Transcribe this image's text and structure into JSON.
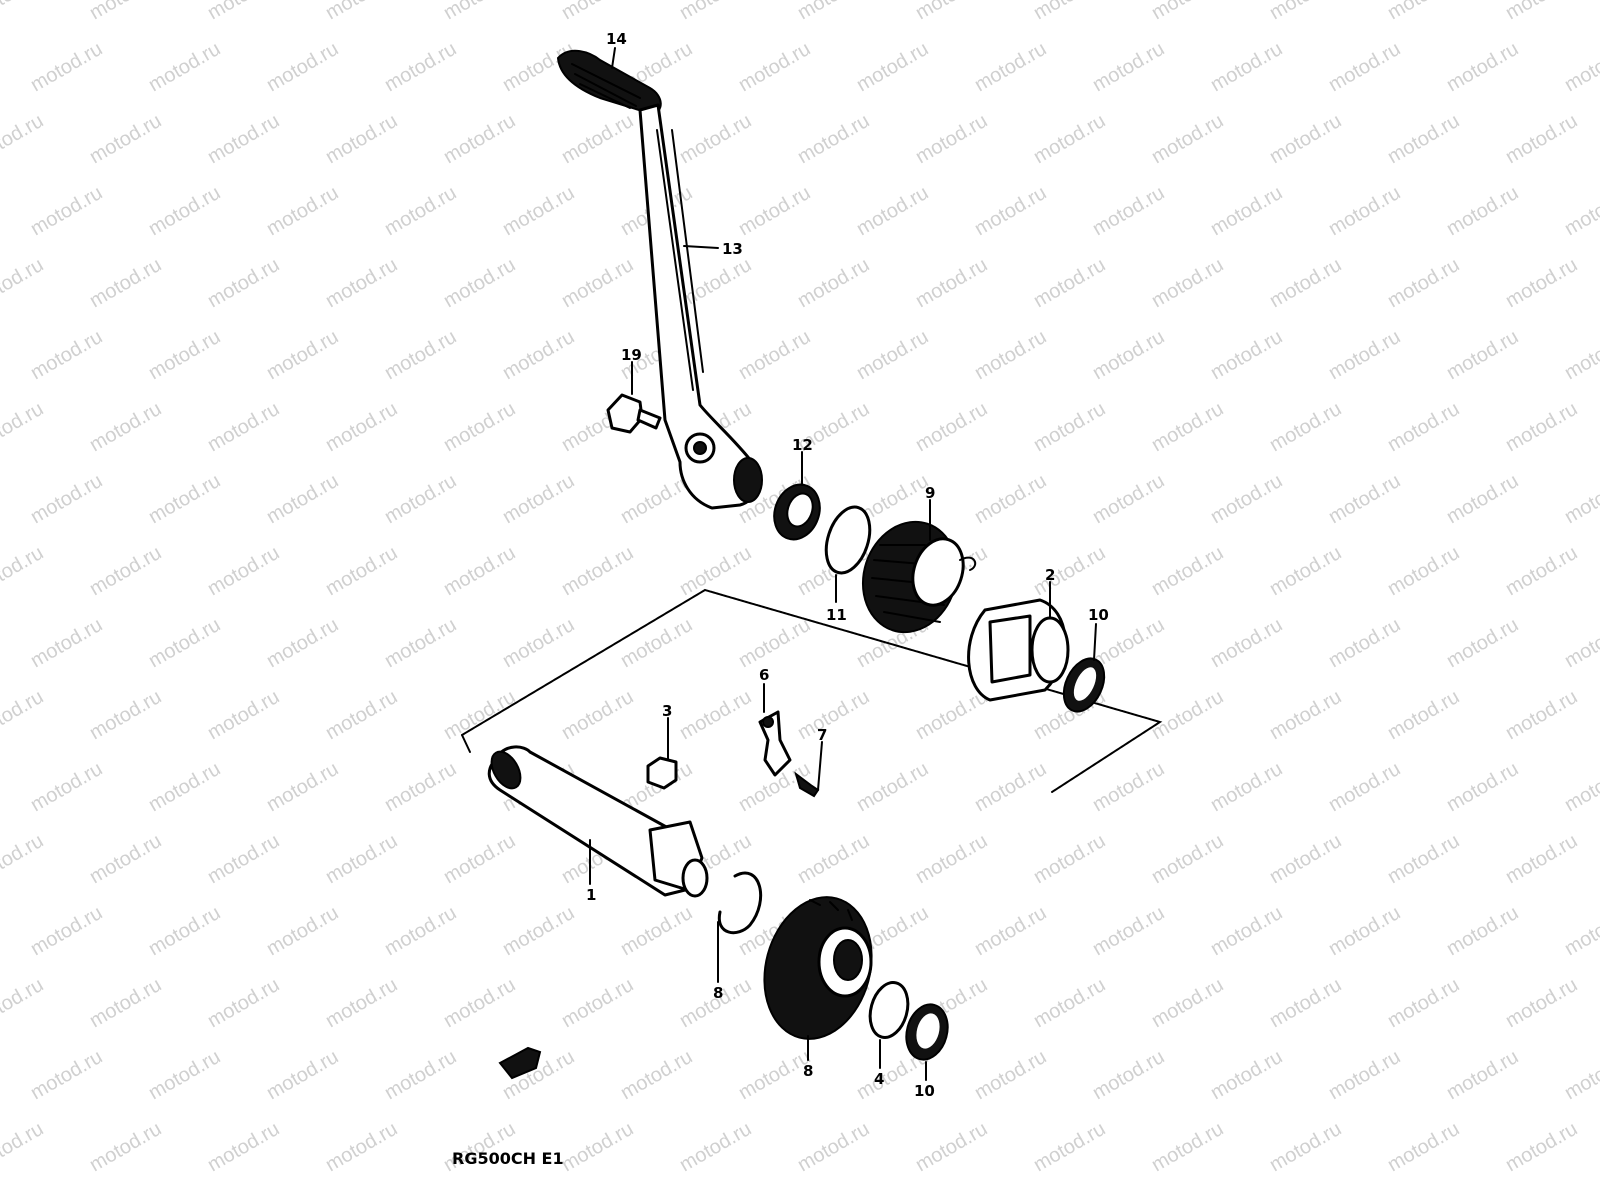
{
  "watermark": "motod.ru",
  "model_code": "RG500CH E1",
  "callouts": {
    "n14": "14",
    "n13": "13",
    "n19": "19",
    "n12": "12",
    "n9": "9",
    "n11": "11",
    "n2": "2",
    "n10a": "10",
    "n6": "6",
    "n3": "3",
    "n7": "7",
    "n1": "1",
    "n5": "8",
    "n8": "8",
    "n4": "4",
    "n10b": "10"
  },
  "colors": {
    "ink": "#000000",
    "paper": "#ffffff",
    "watermark": "#d0d0d0"
  }
}
